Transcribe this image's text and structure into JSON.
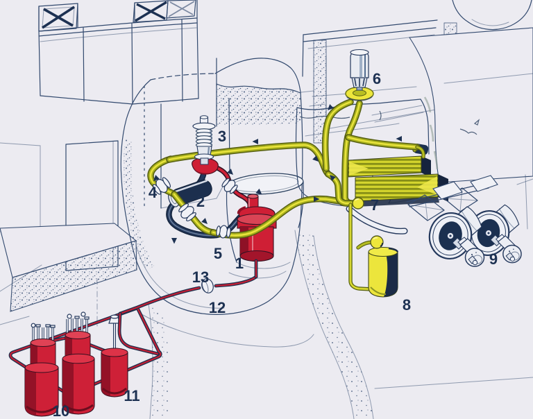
{
  "figure": {
    "kind": "cutaway-plant-flow-illustration"
  },
  "colors": {
    "paper": "#e9e8ef",
    "line": "#32496e",
    "navy": "#1b3050",
    "red": "#ce2037",
    "dark_red": "#8e1126",
    "olive": "#a9b11d",
    "yellow": "#ede63c",
    "label": "#1d3152"
  },
  "labels": [
    {
      "text": "1"
    },
    {
      "text": "2"
    },
    {
      "text": "3"
    },
    {
      "text": "4"
    },
    {
      "text": "5"
    },
    {
      "text": "6"
    },
    {
      "text": "7"
    },
    {
      "text": "8"
    },
    {
      "text": "9"
    },
    {
      "text": "10"
    },
    {
      "text": "11"
    },
    {
      "text": "12"
    },
    {
      "text": "13"
    }
  ]
}
